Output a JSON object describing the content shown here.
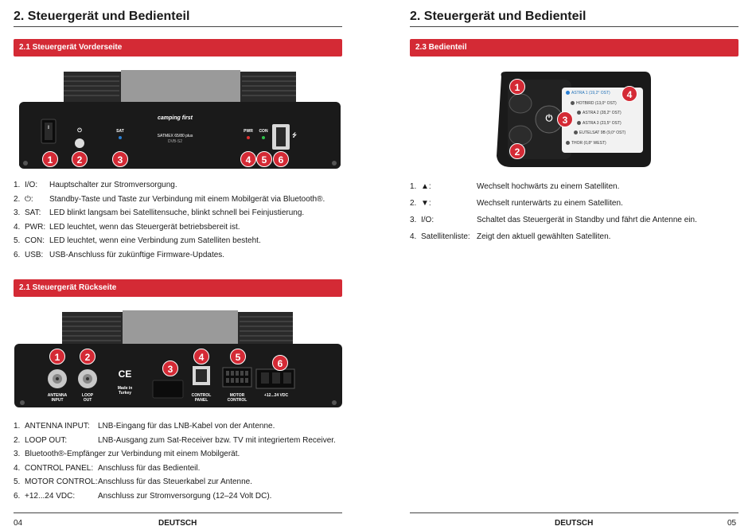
{
  "left": {
    "title": "2. Steuergerät und Bedienteil",
    "section_front": "2.1 Steuergerät Vorderseite",
    "front_device": {
      "label_sat": "SAT",
      "label_pwr": "PWR",
      "label_con": "CON",
      "brand": "camping first",
      "model": "SATMEX 65/80 plus",
      "sub": "DVB-S2",
      "badges": [
        "1",
        "2",
        "3",
        "4",
        "5",
        "6"
      ]
    },
    "front_items": [
      {
        "num": "1.",
        "key": "I/O:",
        "text": "Hauptschalter zur Stromversorgung."
      },
      {
        "num": "2.",
        "key": "⏻:",
        "text": "Standby-Taste und Taste zur Verbindung mit einem Mobilgerät via Bluetooth®."
      },
      {
        "num": "3.",
        "key": "SAT:",
        "text": "LED blinkt langsam bei Satellitensuche, blinkt schnell bei Feinjustierung."
      },
      {
        "num": "4.",
        "key": "PWR:",
        "text": "LED leuchtet, wenn das Steuergerät betriebsbereit ist."
      },
      {
        "num": "5.",
        "key": "CON:",
        "text": "LED leuchtet, wenn eine Verbindung zum Satelliten besteht."
      },
      {
        "num": "6.",
        "key": "USB:",
        "text": "USB-Anschluss für zukünftige Firmware-Updates."
      }
    ],
    "section_back": "2.1 Steuergerät Rückseite",
    "back_device": {
      "antenna_input": "ANTENNA\nINPUT",
      "loop_out": "LOOP\nOUT",
      "made_in": "Made in\nTurkey",
      "control_panel": "CONTROL\nPANEL",
      "motor_control": "MOTOR\nCONTROL",
      "vdc": "+12...24 VDC",
      "ce": "CE",
      "badges": [
        "1",
        "2",
        "3",
        "4",
        "5",
        "6"
      ]
    },
    "back_items": [
      {
        "num": "1.",
        "key": "ANTENNA INPUT:",
        "text": "LNB-Eingang für das LNB-Kabel von der Antenne."
      },
      {
        "num": "2.",
        "key": "LOOP OUT:",
        "text": "LNB-Ausgang zum Sat-Receiver bzw. TV mit integriertem Receiver."
      },
      {
        "num": "3.",
        "key": "",
        "text": "Bluetooth®-Empfänger zur Verbindung mit einem Mobilgerät."
      },
      {
        "num": "4.",
        "key": "CONTROL PANEL:",
        "text": "Anschluss für das Bedienteil."
      },
      {
        "num": "5.",
        "key": "MOTOR CONTROL:",
        "text": "Anschluss für das Steuerkabel zur Antenne."
      },
      {
        "num": "6.",
        "key": "+12...24 VDC:",
        "text": "Anschluss zur Stromversorgung (12–24 Volt DC)."
      }
    ],
    "page_number": "04",
    "footer_language": "DEUTSCH"
  },
  "right": {
    "title": "2. Steuergerät und Bedienteil",
    "section_panel": "2.3 Bedienteil",
    "panel": {
      "satellites": [
        "ASTRA 1 (19,2° OST)",
        "HOTBIRD (13,0° OST)",
        "ASTRA 2 (28,2° OST)",
        "ASTRA 3 (23,5° OST)",
        "EUTELSAT 9B (9,0° OST)",
        "THOR (0,8° WEST)"
      ],
      "selected_index": 0,
      "badges": [
        "1",
        "2",
        "3",
        "4"
      ]
    },
    "panel_items": [
      {
        "num": "1.",
        "key": "▲:",
        "text": "Wechselt hochwärts zu einem Satelliten."
      },
      {
        "num": "2.",
        "key": "▼:",
        "text": "Wechselt runterwärts zu einem Satelliten."
      },
      {
        "num": "3.",
        "key": "I/O:",
        "text": "Schaltet das Steuergerät in Standby und fährt die Antenne ein."
      },
      {
        "num": "4.",
        "key": "Satellitenliste:",
        "text": "Zeigt den aktuell gewählten Satelliten."
      }
    ],
    "footer_language": "DEUTSCH",
    "page_number": "05"
  },
  "colors": {
    "accent": "#d42a35",
    "device_body": "#1c1c1c",
    "led_blue": "#2a7fd4",
    "led_red": "#e03030",
    "led_green": "#2ec04a"
  }
}
